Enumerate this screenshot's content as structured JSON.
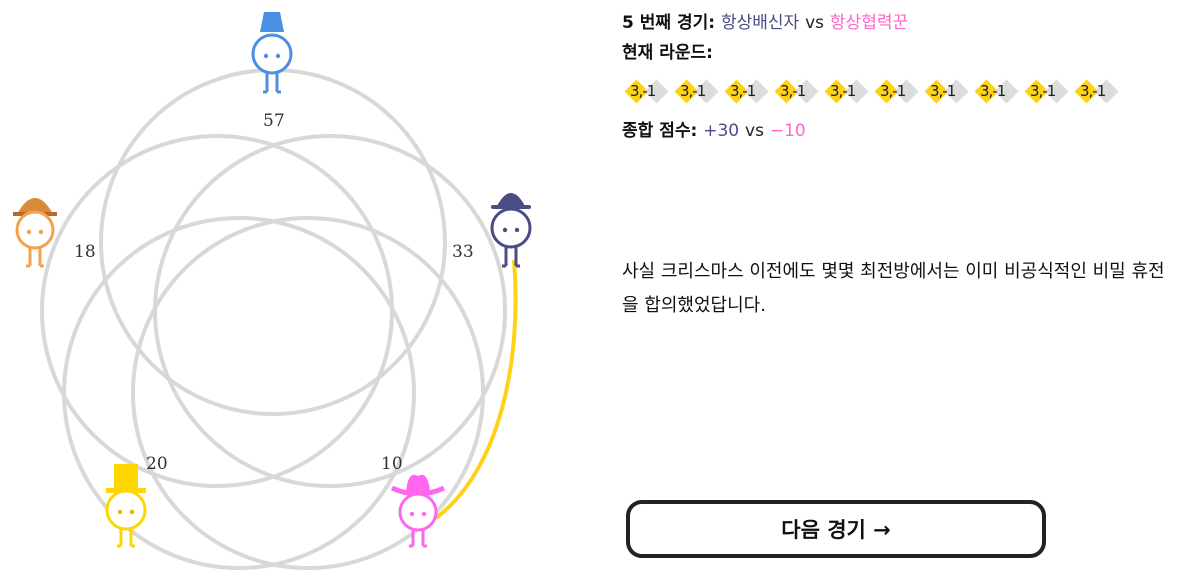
{
  "match": {
    "prefix": "5 번째 경기:",
    "player1": "항상배신자",
    "vs": "vs",
    "player2": "항상협력꾼"
  },
  "round_label": "현재 라운드:",
  "rounds": [
    "3,-1",
    "3,-1",
    "3,-1",
    "3,-1",
    "3,-1",
    "3,-1",
    "3,-1",
    "3,-1",
    "3,-1",
    "3,-1"
  ],
  "total": {
    "label": "종합 점수:",
    "score1": "+30",
    "vs": "vs",
    "score2": "−10"
  },
  "narration": "사실 크리스마스 이전에도 몇몇 최전방에서는 이미 비공식적인 비밀 휴전을 합의했었답니다.",
  "next_button": "다음 경기 →",
  "players": [
    {
      "id": "blue",
      "score": "57",
      "color": "#4a90e2",
      "hat": "fez-hat"
    },
    {
      "id": "navy",
      "score": "33",
      "color": "#4b4c86",
      "hat": "bowler-hat"
    },
    {
      "id": "pink",
      "score": "10",
      "color": "#ff66ee",
      "hat": "cowboy-hat"
    },
    {
      "id": "yellow",
      "score": "20",
      "color": "#ffd700",
      "hat": "top-hat"
    },
    {
      "id": "orange",
      "score": "18",
      "color": "#f5a04a",
      "hat": "detective-hat"
    }
  ],
  "colors": {
    "edge": "#d8d8d8",
    "active_edge": "#ffd21a"
  }
}
